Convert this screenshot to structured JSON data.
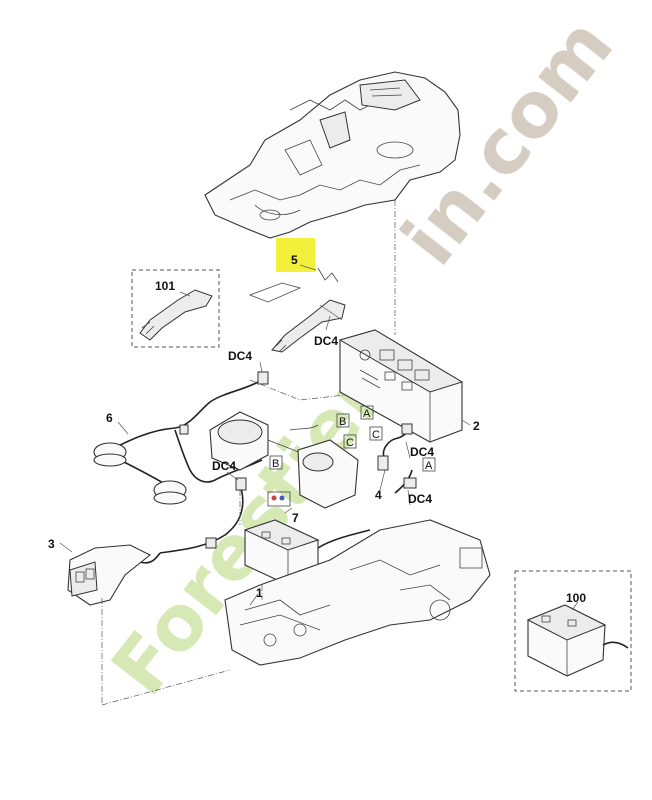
{
  "callouts": {
    "c101": "101",
    "c5": "5",
    "c2": "2",
    "c6": "6",
    "c4": "4",
    "c7": "7",
    "c3": "3",
    "c1": "1",
    "c100": "100"
  },
  "connectors": {
    "dc4_a": "DC4",
    "dc4_b": "DC4",
    "dc4_c": "DC4",
    "dc4_d": "DC4",
    "dc4_e": "DC4"
  },
  "box_letters": {
    "b1": "B",
    "a1": "A",
    "c1": "C",
    "c2": "C",
    "b2": "B",
    "a2": "A"
  },
  "watermark": {
    "text": "Forestierin.com",
    "color_green": "#cfe5a8",
    "color_taupe": "#cfc5b8"
  },
  "highlight_color": "#f2f03a"
}
